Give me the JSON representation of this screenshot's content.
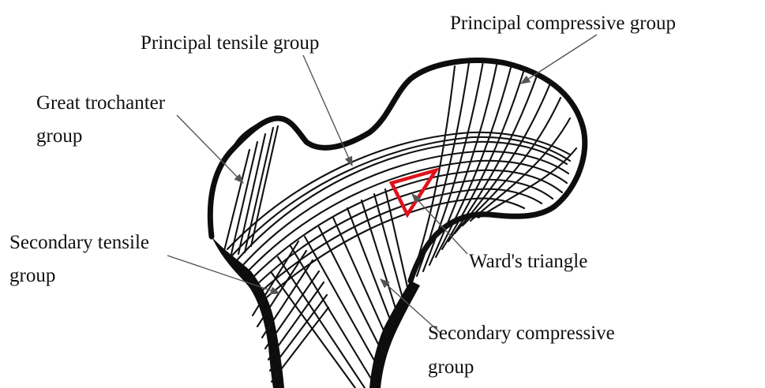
{
  "labels": {
    "principal_compressive": "Principal compressive group",
    "principal_tensile": "Principal tensile group",
    "great_trochanter_line1": "Great trochanter",
    "great_trochanter_line2": "group",
    "secondary_tensile_line1": "Secondary tensile",
    "secondary_tensile_line2": "group",
    "wards_triangle": "Ward's triangle",
    "secondary_compressive_line1": "Secondary compressive",
    "secondary_compressive_line2": "group"
  },
  "colors": {
    "bone": "#0d0d0d",
    "pointer": "#555555",
    "wards_triangle": "#e0111b"
  }
}
